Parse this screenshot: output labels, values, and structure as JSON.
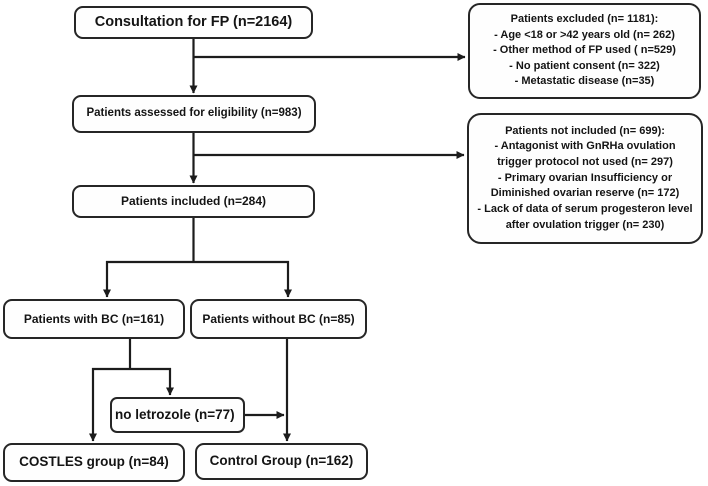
{
  "figure": {
    "description": "Patient flow diagram",
    "colors": {
      "background": "#ffffff",
      "box_border": "#262626",
      "line": "#1c1c1c",
      "text": "#141414"
    }
  },
  "nodes": {
    "consultation": {
      "label": "Consultation for FP (n=2164)"
    },
    "assessed": {
      "label": "Patients assessed for eligibility (n=983)"
    },
    "included": {
      "label": "Patients included (n=284)"
    },
    "excluded": {
      "title": "Patients excluded (n= 1181):",
      "items": [
        "- Age <18 or >42 years old (n= 262)",
        "- Other method of FP used ( n=529)",
        "- No patient consent (n= 322)",
        "- Metastatic disease (n=35)"
      ]
    },
    "not_included": {
      "title": "Patients not included (n= 699):",
      "items": [
        "- Antagonist with GnRHa ovulation trigger protocol not used (n= 297)",
        "- Primary ovarian Insufficiency or Diminished ovarian reserve (n= 172)",
        "- Lack of data of serum progesteron level after ovulation trigger (n= 230)"
      ]
    },
    "with_bc": {
      "label": "Patients with BC (n=161)"
    },
    "without_bc": {
      "label": "Patients without BC (n=85)"
    },
    "no_letrozole": {
      "label": "no letrozole (n=77)"
    },
    "costles": {
      "label": "COSTLES group (n=84)"
    },
    "control": {
      "label": "Control Group (n=162)"
    }
  }
}
